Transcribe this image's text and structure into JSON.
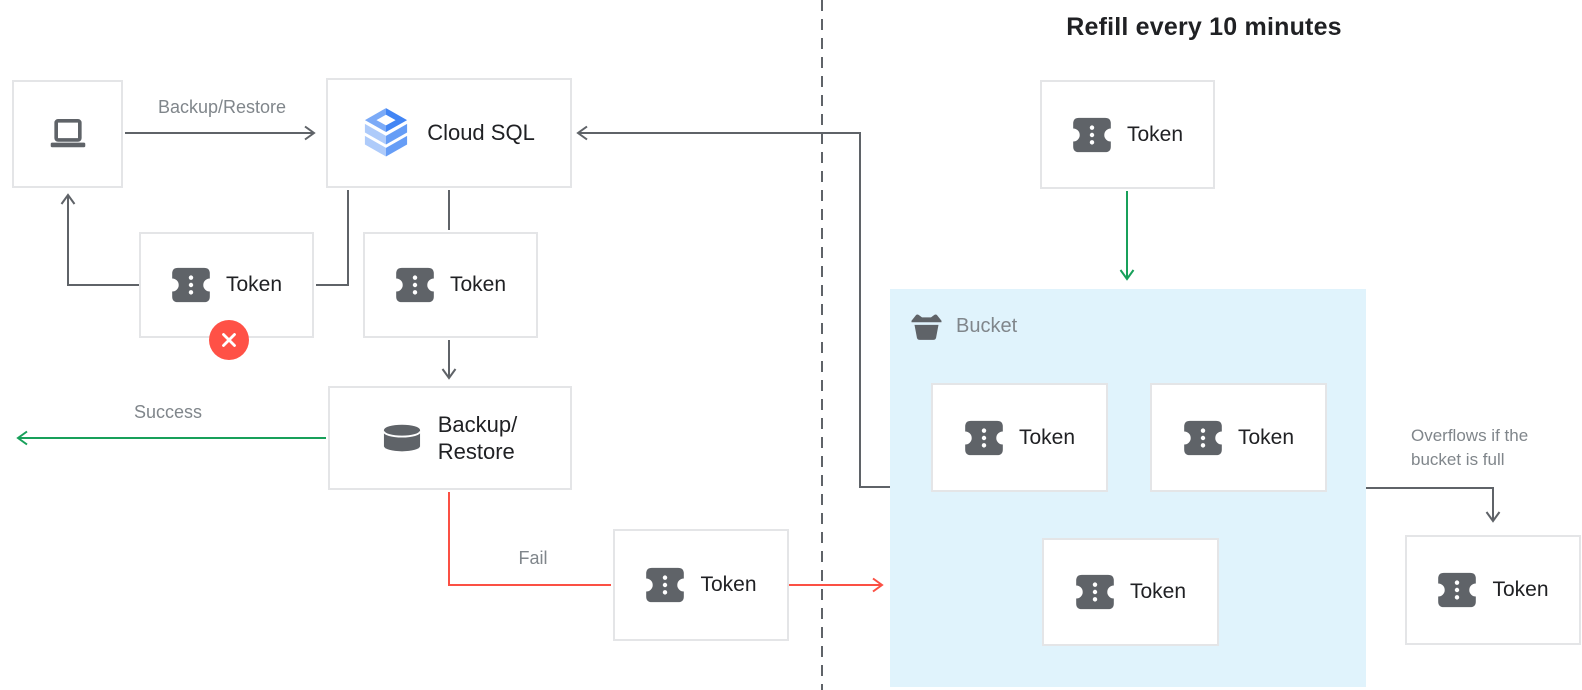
{
  "diagram": {
    "title": "Refill every 10 minutes",
    "labels": {
      "cloud_sql": "Cloud SQL",
      "token": "Token",
      "backup_restore_line1": "Backup/",
      "backup_restore_line2": "Restore",
      "bucket": "Bucket"
    },
    "edge_labels": {
      "backup_restore": "Backup/Restore",
      "success": "Success",
      "fail": "Fail",
      "overflow_line1": "Overflows if the",
      "overflow_line2": "bucket is full"
    },
    "icons": {
      "client": "laptop-icon",
      "cloud_sql": "cloud-sql-stack-icon",
      "token": "token-ticket-icon",
      "backup_restore": "database-icon",
      "bucket": "bucket-icon",
      "error": "x-circle-icon"
    },
    "colors": {
      "arrow_gray": "#5f6368",
      "success_green": "#18a05a",
      "fail_red": "#fb5044",
      "error_badge_red": "#ff5146",
      "bucket_background": "#e0f3fc",
      "box_border": "#e4e5e7",
      "label_gray": "#80868b",
      "text_dark": "#202124",
      "cloud_sql_blue_dark": "#4285f4",
      "cloud_sql_blue_light": "#aecbfa"
    }
  }
}
